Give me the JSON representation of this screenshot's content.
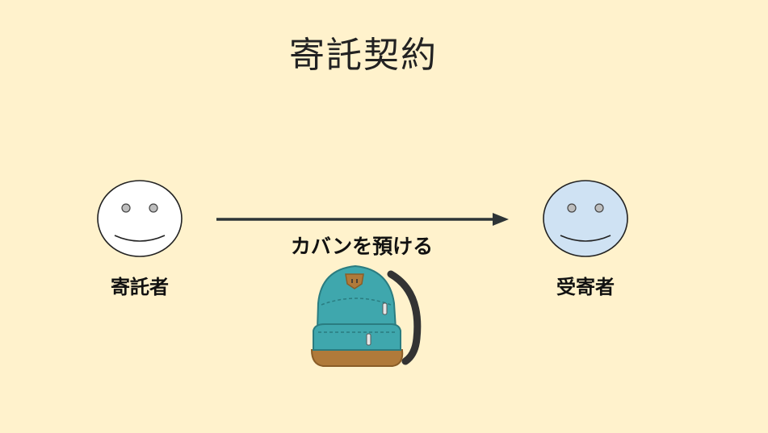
{
  "title": "寄託契約",
  "depositor": {
    "label": "寄託者",
    "face_fill": "#ffffff"
  },
  "depositary": {
    "label": "受寄者",
    "face_fill": "#cfe2f3"
  },
  "arrow": {
    "label": "カバンを預ける",
    "color": "#2d3436"
  },
  "icons": {
    "object": "backpack-icon"
  },
  "colors": {
    "background": "#fff2cc",
    "bag_body": "#3fa7ad",
    "bag_bottom": "#b07a3a",
    "strap": "#333333"
  }
}
